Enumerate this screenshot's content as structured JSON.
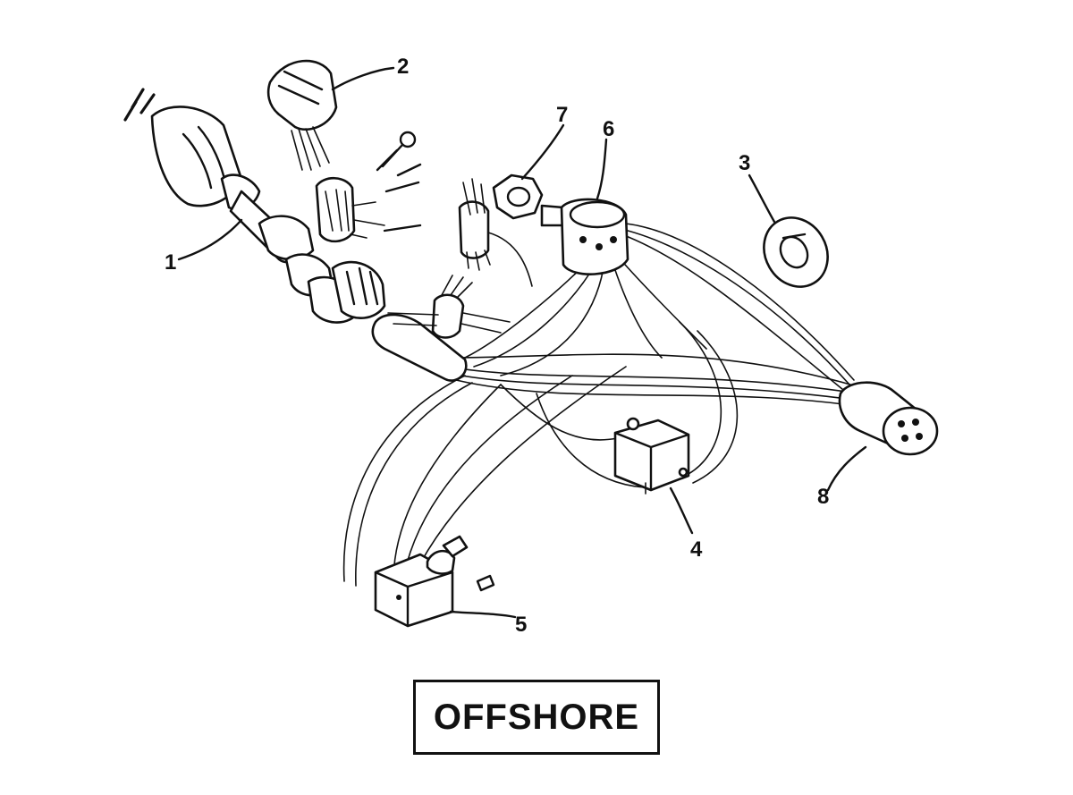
{
  "diagram": {
    "callouts": [
      {
        "id": "1",
        "label": "1"
      },
      {
        "id": "2",
        "label": "2"
      },
      {
        "id": "3",
        "label": "3"
      },
      {
        "id": "4",
        "label": "4"
      },
      {
        "id": "5",
        "label": "5"
      },
      {
        "id": "6",
        "label": "6"
      },
      {
        "id": "7",
        "label": "7"
      },
      {
        "id": "8",
        "label": "8"
      }
    ],
    "caption": "OFFSHORE",
    "ink_color": "#111111",
    "background_color": "#ffffff"
  }
}
